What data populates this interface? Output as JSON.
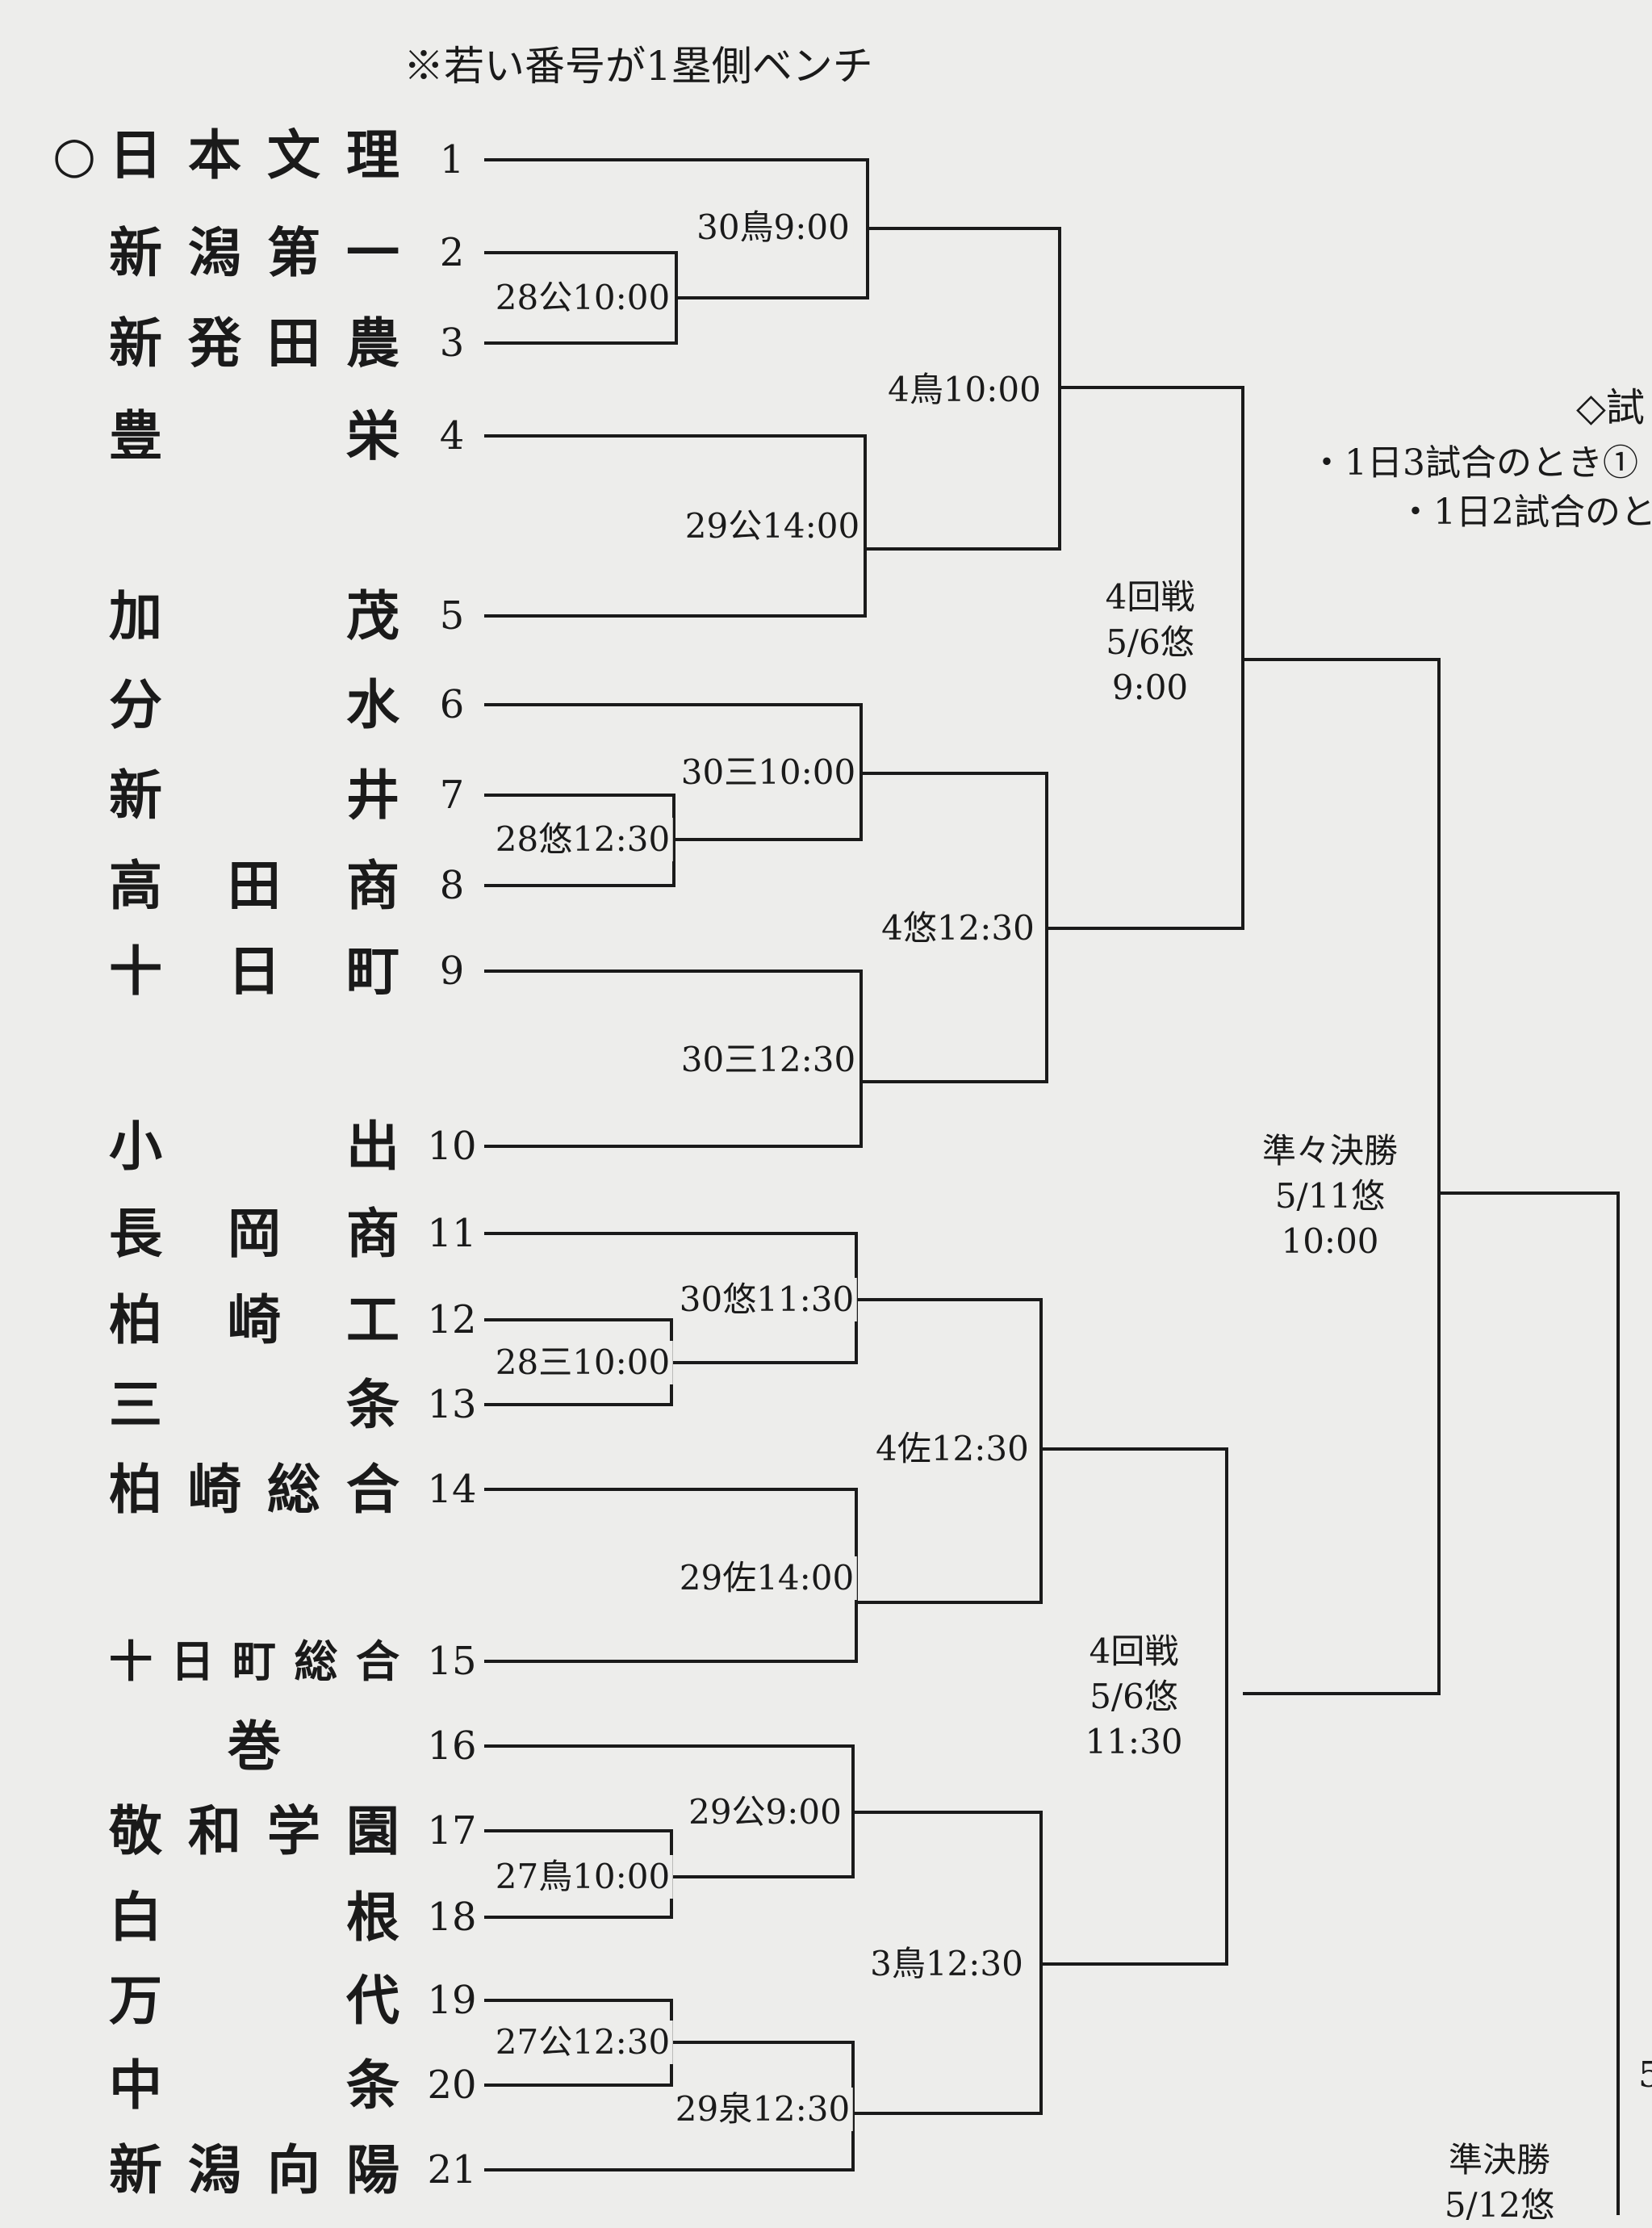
{
  "header_note": "※若い番号が1塁側ベンチ",
  "seed_mark": "○",
  "teams": [
    {
      "no": "1",
      "name": "日本文理"
    },
    {
      "no": "2",
      "name": "新潟第一"
    },
    {
      "no": "3",
      "name": "新発田農"
    },
    {
      "no": "4",
      "name": "豊栄"
    },
    {
      "no": "5",
      "name": "加茂"
    },
    {
      "no": "6",
      "name": "分水"
    },
    {
      "no": "7",
      "name": "新井"
    },
    {
      "no": "8",
      "name": "高田商"
    },
    {
      "no": "9",
      "name": "十日町"
    },
    {
      "no": "10",
      "name": "小出"
    },
    {
      "no": "11",
      "name": "長岡商"
    },
    {
      "no": "12",
      "name": "柏崎工"
    },
    {
      "no": "13",
      "name": "三条"
    },
    {
      "no": "14",
      "name": "柏崎総合"
    },
    {
      "no": "15",
      "name": "十日町総合"
    },
    {
      "no": "16",
      "name": "巻"
    },
    {
      "no": "17",
      "name": "敬和学園"
    },
    {
      "no": "18",
      "name": "白根"
    },
    {
      "no": "19",
      "name": "万代"
    },
    {
      "no": "20",
      "name": "中条"
    },
    {
      "no": "21",
      "name": "新潟向陽"
    }
  ],
  "matches": {
    "m2_3": "28公10:00",
    "m1_w": "30鳥9:00",
    "m4_5": "29公14:00",
    "r3_a": "4鳥10:00",
    "m7_8": "28悠12:30",
    "m6_w": "30三10:00",
    "m9_10": "30三12:30",
    "r3_b": "4悠12:30",
    "m12_13": "28三10:00",
    "m11_w": "30悠11:30",
    "m14_15": "29佐14:00",
    "r3_c": "4佐12:30",
    "m17_18": "27鳥10:00",
    "m16_w": "29公9:00",
    "m19_20": "27公12:30",
    "m21_w": "29泉12:30",
    "r3_d": "3鳥12:30"
  },
  "round4_top": {
    "title": "4回戦",
    "date": "5/6悠",
    "time": "9:00"
  },
  "round4_bottom": {
    "title": "4回戦",
    "date": "5/6悠",
    "time": "11:30"
  },
  "quarterfinal": {
    "title": "準々決勝",
    "date": "5/11悠",
    "time": "10:00"
  },
  "semifinal": {
    "title": "準決勝",
    "date": "5/12悠"
  },
  "right_notes": {
    "heading": "◇試",
    "line1": "・1日3試合のとき①",
    "line2": "・1日2試合のと"
  },
  "edge_digit": "5"
}
